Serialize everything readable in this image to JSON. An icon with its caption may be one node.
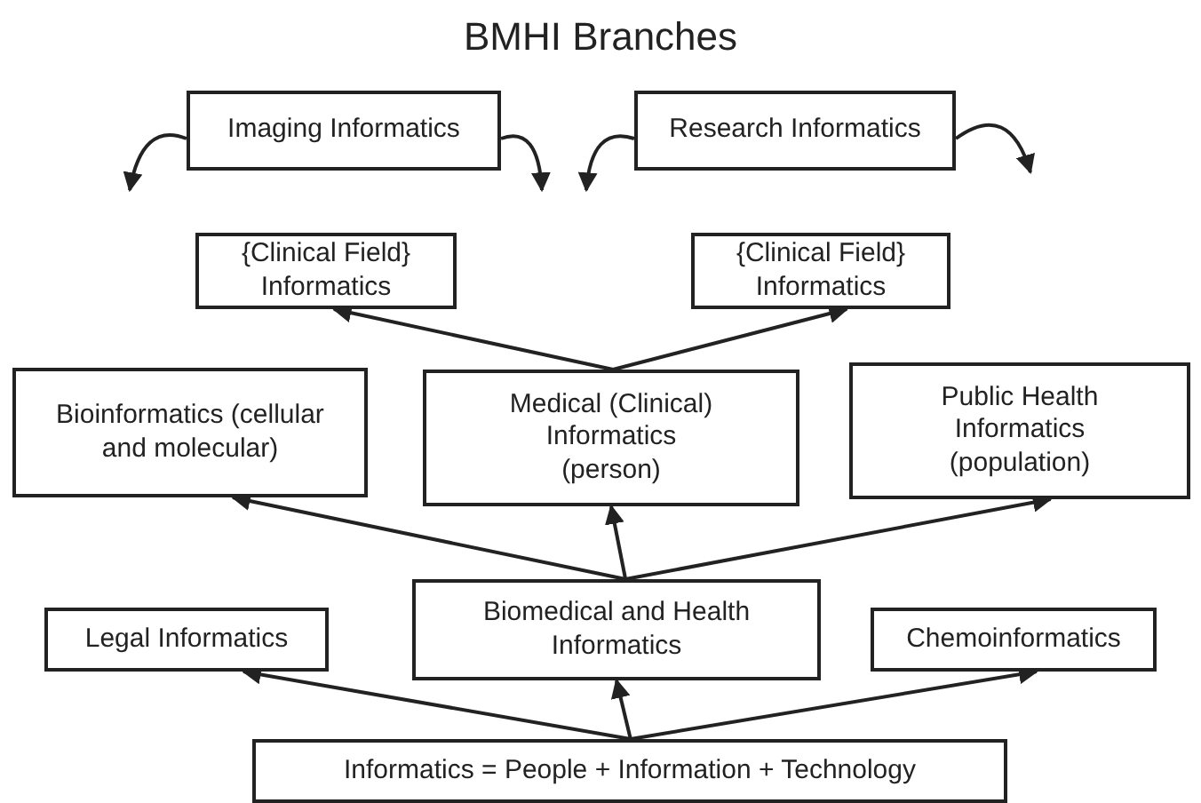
{
  "diagram": {
    "title": "BMHI Branches",
    "nodes": [
      {
        "text": [
          "Imaging Informatics"
        ]
      },
      {
        "text": [
          "Research Informatics"
        ]
      },
      {
        "text": [
          "{Clinical Field} Informatics"
        ]
      },
      {
        "text": [
          "{Clinical Field} Informatics"
        ]
      },
      {
        "text": [
          "Bioinformatics (cellular and molecular)"
        ]
      },
      {
        "text": [
          "Medical (Clinical) Informatics (person)"
        ]
      },
      {
        "text": [
          "Public Health Informatics (population)"
        ]
      },
      {
        "text": [
          "Legal Informatics"
        ]
      },
      {
        "text": [
          "Biomedical and Health Informatics"
        ]
      },
      {
        "text": [
          "Chemoinformatics"
        ]
      },
      {
        "text": [
          "Informatics = People + Information + Technology"
        ]
      }
    ],
    "edges": [
      {
        "from": 0,
        "to": null,
        "arrow": "to"
      },
      {
        "from": 0,
        "to": null,
        "arrow": "to"
      },
      {
        "from": 1,
        "to": null,
        "arrow": "to"
      },
      {
        "from": 1,
        "to": null,
        "arrow": "to"
      },
      {
        "from": 5,
        "to": 2,
        "arrow": "to"
      },
      {
        "from": 5,
        "to": 3,
        "arrow": "to"
      },
      {
        "from": 8,
        "to": 4,
        "arrow": "to"
      },
      {
        "from": 8,
        "to": 5,
        "arrow": "to"
      },
      {
        "from": 8,
        "to": 6,
        "arrow": "to"
      },
      {
        "from": 10,
        "to": 7,
        "arrow": "to"
      },
      {
        "from": 10,
        "to": 8,
        "arrow": "to"
      },
      {
        "from": 10,
        "to": 9,
        "arrow": "to"
      }
    ]
  }
}
